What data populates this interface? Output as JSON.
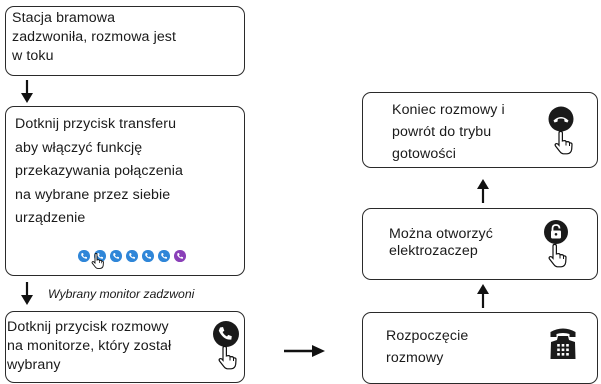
{
  "steps": {
    "step1": {
      "lines": [
        "Stacja bramowa",
        "zadzwoniła, rozmowa jest",
        "w toku"
      ]
    },
    "step2": {
      "lines": [
        "Dotknij przycisk transferu",
        "aby włączyć funkcję",
        "przekazywania połączenia",
        "na wybrane przez siebie",
        "urządzenie"
      ]
    },
    "step3": {
      "lines": [
        "Dotknij przycisk rozmowy",
        "na monitorze, który został",
        "wybrany"
      ]
    },
    "step4": {
      "lines": [
        "Rozpoczęcie",
        "rozmowy"
      ]
    },
    "step5": {
      "lines": [
        "Można otworzyć",
        "elektrozaczep"
      ]
    },
    "step6": {
      "lines": [
        "Koniec rozmowy i",
        "powrót do trybu",
        "gotowości"
      ]
    }
  },
  "caption": "Wybrany monitor zadzwoni",
  "icons": {
    "transfer_dots": [
      "phone-icon",
      "phone-icon",
      "phone-icon",
      "phone-icon",
      "phone-icon",
      "phone-icon",
      "phone-icon"
    ],
    "step3_icon": "phone-answer-touch-icon",
    "step4_icon": "desk-telephone-icon",
    "step5_icon": "unlock-touch-icon",
    "step6_icon": "hang-up-touch-icon"
  },
  "colors": {
    "dot_blue": "#2f86d8",
    "dot_purple": "#8a3fb8",
    "border": "#2a2a2a"
  }
}
